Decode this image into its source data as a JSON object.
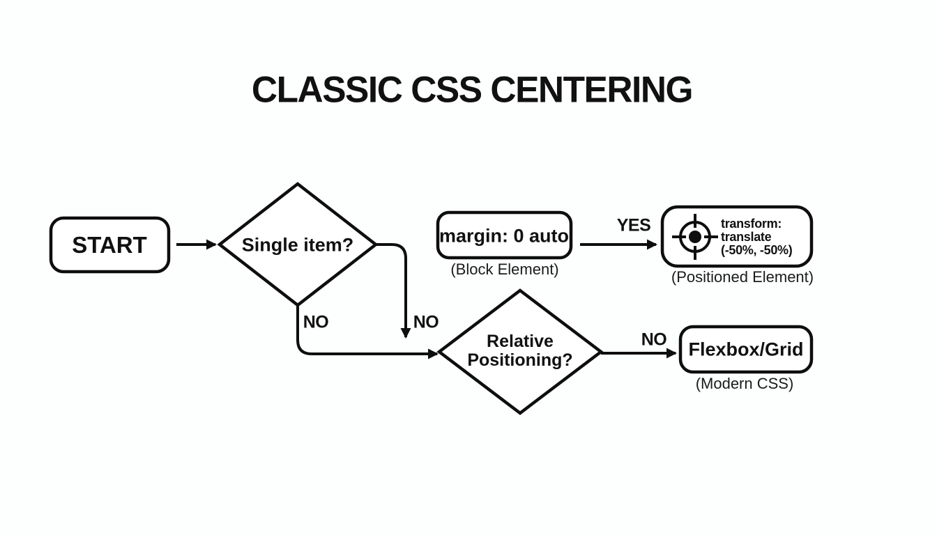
{
  "title": "CLASSIC CSS CENTERING",
  "nodes": {
    "start": {
      "label": "START"
    },
    "single_item": {
      "question": "Single item?"
    },
    "margin_auto": {
      "label": "margin: 0 auto",
      "caption": "(Block Element)"
    },
    "transform_translate": {
      "line1": "transform:",
      "line2": "translate",
      "line3": "(-50%, -50%)",
      "caption": "(Positioned Element)",
      "icon": "crosshair-target-icon"
    },
    "relative_positioning": {
      "line1": "Relative",
      "line2": "Positioning?"
    },
    "flexbox_grid": {
      "label": "Flexbox/Grid",
      "caption": "(Modern CSS)"
    }
  },
  "edge_labels": {
    "single_item_no_bottom": "NO",
    "single_item_no_right": "NO",
    "margin_auto_yes": "YES",
    "relative_positioning_no": "NO"
  },
  "colors": {
    "background": "#fdfefe",
    "line": "#0e0e0e",
    "text": "#111111",
    "caption": "#1b1b1b",
    "node_fill": "#ffffff"
  }
}
